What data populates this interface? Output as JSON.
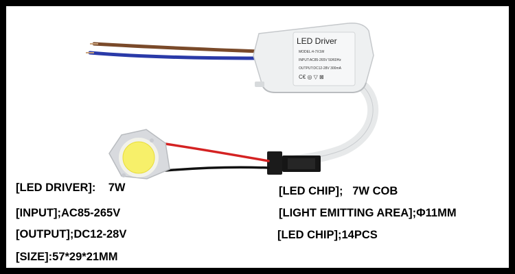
{
  "product": {
    "label_title": "LED Driver",
    "label_model": "MODEL:4-7X1W",
    "label_input": "INPUT:AC85-265V 50/60Hz",
    "label_output": "OUTPUT:DC12-28V 300mA"
  },
  "specs_left": [
    "[LED DRIVER]:    7W",
    "[INPUT];AC85-265V",
    "[OUTPUT];DC12-28V",
    "[SIZE]:57*29*21MM"
  ],
  "specs_right": [
    "[LED CHIP];   7W COB",
    "[LIGHT EMITTING AREA];Φ11MM",
    "[LED CHIP];14PCS"
  ],
  "colors": {
    "frame": "#000000",
    "background": "#ffffff",
    "driver_case": "#eef0f1",
    "wire_red": "#d42222",
    "wire_black": "#111111",
    "wire_brown": "#7a4a2a",
    "wire_blue": "#2a3aa8",
    "chip_yellow": "#f7f06a"
  }
}
